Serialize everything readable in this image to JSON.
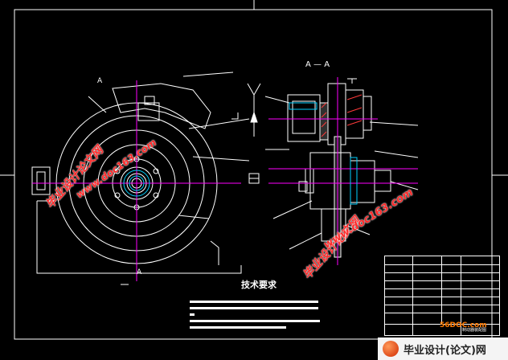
{
  "drawing": {
    "section_label_left": "A",
    "section_label_left_bottom": "A",
    "section_view_label": "A — A",
    "tech_requirements_title": "技术要求"
  },
  "watermarks": {
    "cn_text": "毕业设计论文网",
    "url_text": "www.doc163.com"
  },
  "title_block": {
    "drawing_name": "制动器装配图"
  },
  "site": {
    "domain": "56DOC.com",
    "banner_text": "毕业设计(论文)网"
  },
  "colors": {
    "line": "#ffffff",
    "accent_magenta": "#ff00ff",
    "accent_cyan": "#00d0ff",
    "watermark": "#ff2a2a"
  }
}
